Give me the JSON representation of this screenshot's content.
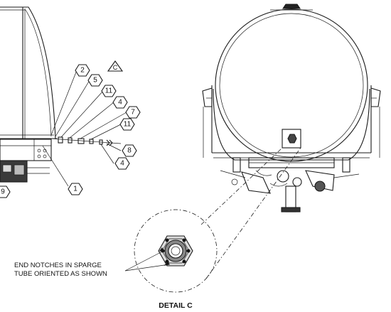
{
  "callouts": [
    {
      "id": "c2",
      "label": "2"
    },
    {
      "id": "c5",
      "label": "5"
    },
    {
      "id": "c11a",
      "label": "11"
    },
    {
      "id": "c4a",
      "label": "4"
    },
    {
      "id": "c7",
      "label": "7"
    },
    {
      "id": "c11b",
      "label": "11"
    },
    {
      "id": "c8",
      "label": "8"
    },
    {
      "id": "c4b",
      "label": "4"
    },
    {
      "id": "c1",
      "label": "1"
    },
    {
      "id": "c9",
      "label": "9"
    }
  ],
  "revision_marker": "C",
  "note_line1": "END NOTCHES IN SPARGE",
  "note_line2": "TUBE ORIENTED AS SHOWN",
  "detail_title": "DETAIL C"
}
